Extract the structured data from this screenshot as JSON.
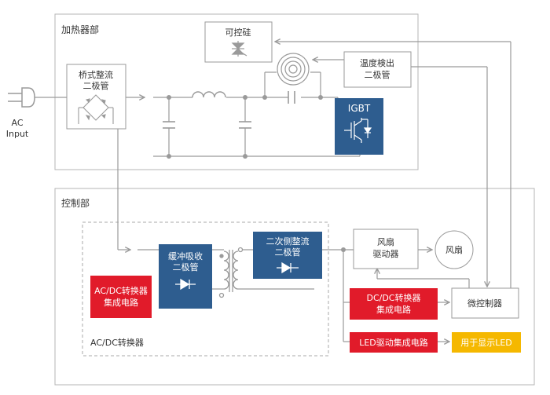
{
  "ac_input": {
    "line1": "AC",
    "line2": "Input"
  },
  "heating": {
    "title": "加热器部",
    "rectifier": {
      "line1": "桥式整流",
      "line2": "二极管"
    },
    "thyristor": {
      "label": "可控硅"
    },
    "temp_diode": {
      "line1": "温度検出",
      "line2": "二极管"
    },
    "igbt": {
      "label": "IGBT"
    }
  },
  "control": {
    "title": "控制部",
    "acdc_label": "AC/DC转换器",
    "snubber": {
      "line1": "缓冲吸收",
      "line2": "二极管"
    },
    "secondary": {
      "line1": "二次侧整流",
      "line2": "二极管"
    },
    "acdc_ic": {
      "line1": "AC/DC转换器",
      "line2": "集成电路"
    },
    "fan_driver": {
      "line1": "风扇",
      "line2": "驱动器"
    },
    "fan": {
      "label": "风扇"
    },
    "dcdc_ic": {
      "line1": "DC/DC转换器",
      "line2": "集成电路"
    },
    "mcu": {
      "label": "微控制器"
    },
    "led_ic": {
      "label": "LED驱动集成电路"
    },
    "led_display": {
      "label": "用于显示LED"
    }
  },
  "colors": {
    "blue": "#2e5d8f",
    "red": "#e11b2a",
    "yellow": "#f5b800",
    "line": "#9a9a9a",
    "text": "#333333"
  }
}
